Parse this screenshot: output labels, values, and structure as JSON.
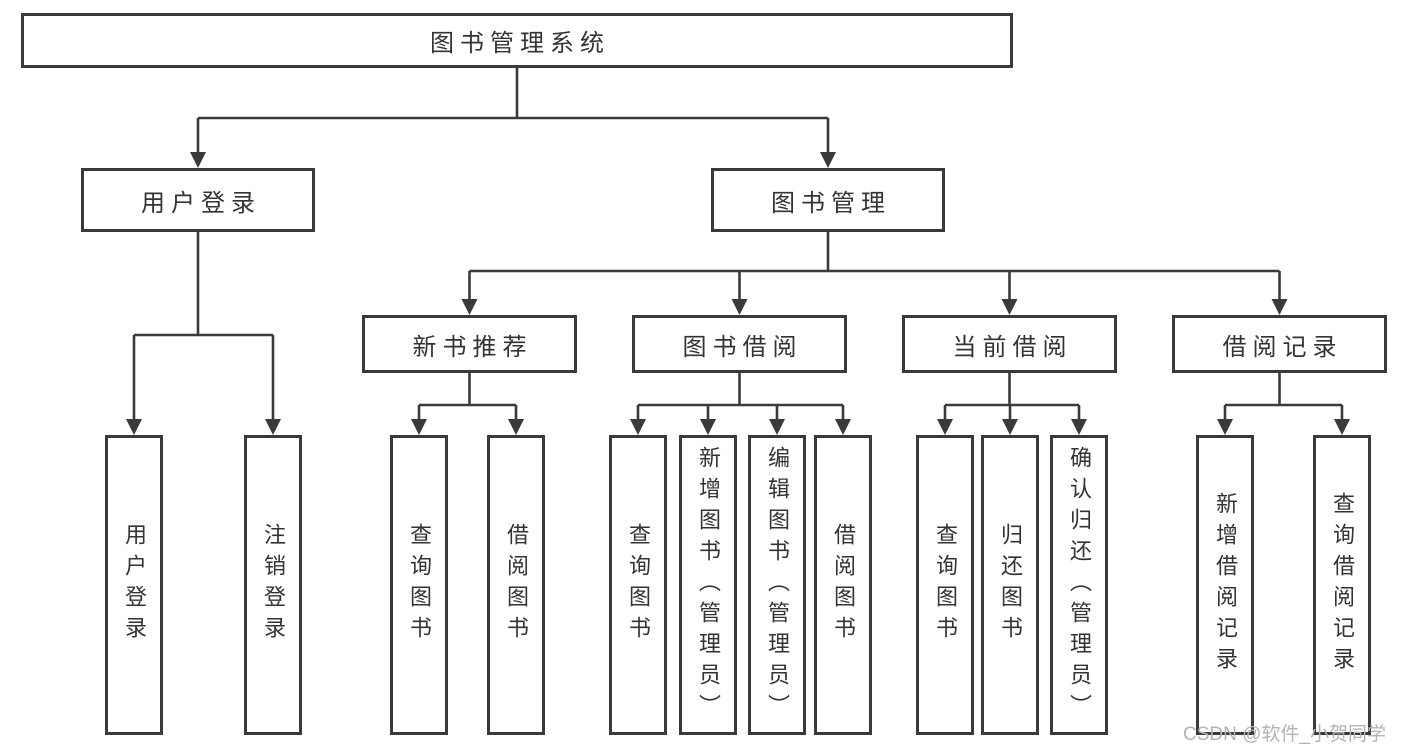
{
  "title": "图书管理系统",
  "nodes": {
    "root": {
      "label": "图书管理系统"
    },
    "user_login": {
      "label": "用户登录"
    },
    "book_mgmt": {
      "label": "图书管理"
    },
    "user_login_leaf": {
      "label": "用户登录"
    },
    "logout_leaf": {
      "label": "注销登录"
    },
    "new_rec": {
      "label": "新书推荐"
    },
    "borrow": {
      "label": "图书借阅"
    },
    "current": {
      "label": "当前借阅"
    },
    "record": {
      "label": "借阅记录"
    },
    "new_rec_query": {
      "label": "查询图书"
    },
    "new_rec_borrow": {
      "label": "借阅图书"
    },
    "borrow_query": {
      "label": "查询图书"
    },
    "borrow_add": {
      "label": "新增图书（管理员）"
    },
    "borrow_edit": {
      "label": "编辑图书（管理员）"
    },
    "borrow_borrow": {
      "label": "借阅图书"
    },
    "current_query": {
      "label": "查询图书"
    },
    "current_return": {
      "label": "归还图书"
    },
    "current_confirm": {
      "label": "确认归还（管理员）"
    },
    "record_add": {
      "label": "新增借阅记录"
    },
    "record_query": {
      "label": "查询借阅记录"
    }
  },
  "edges": [
    [
      "root",
      "user_login"
    ],
    [
      "root",
      "book_mgmt"
    ],
    [
      "user_login",
      "user_login_leaf"
    ],
    [
      "user_login",
      "logout_leaf"
    ],
    [
      "book_mgmt",
      "new_rec"
    ],
    [
      "book_mgmt",
      "borrow"
    ],
    [
      "book_mgmt",
      "current"
    ],
    [
      "book_mgmt",
      "record"
    ],
    [
      "new_rec",
      "new_rec_query"
    ],
    [
      "new_rec",
      "new_rec_borrow"
    ],
    [
      "borrow",
      "borrow_query"
    ],
    [
      "borrow",
      "borrow_add"
    ],
    [
      "borrow",
      "borrow_edit"
    ],
    [
      "borrow",
      "borrow_borrow"
    ],
    [
      "current",
      "current_query"
    ],
    [
      "current",
      "current_return"
    ],
    [
      "current",
      "current_confirm"
    ],
    [
      "record",
      "record_add"
    ],
    [
      "record",
      "record_query"
    ]
  ],
  "watermark": "CSDN @软件_小贺同学",
  "colors": {
    "line": "#3a3a3a",
    "text": "#333333",
    "background": "#ffffff",
    "watermark": "#b3b3b3"
  }
}
